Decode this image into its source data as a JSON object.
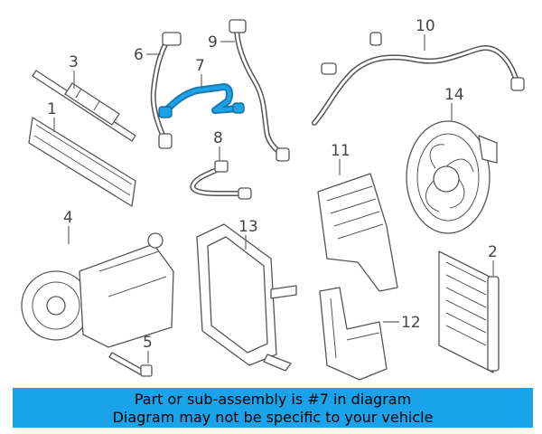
{
  "diagram": {
    "callouts": [
      "1",
      "2",
      "3",
      "4",
      "5",
      "6",
      "7",
      "8",
      "9",
      "10",
      "11",
      "12",
      "13",
      "14"
    ],
    "highlight_color": "#1aa3e8"
  },
  "banner": {
    "line1": "Part or sub-assembly is #7 in diagram",
    "line2": "Diagram may not be specific to your vehicle",
    "color": "#1aa3e8"
  }
}
